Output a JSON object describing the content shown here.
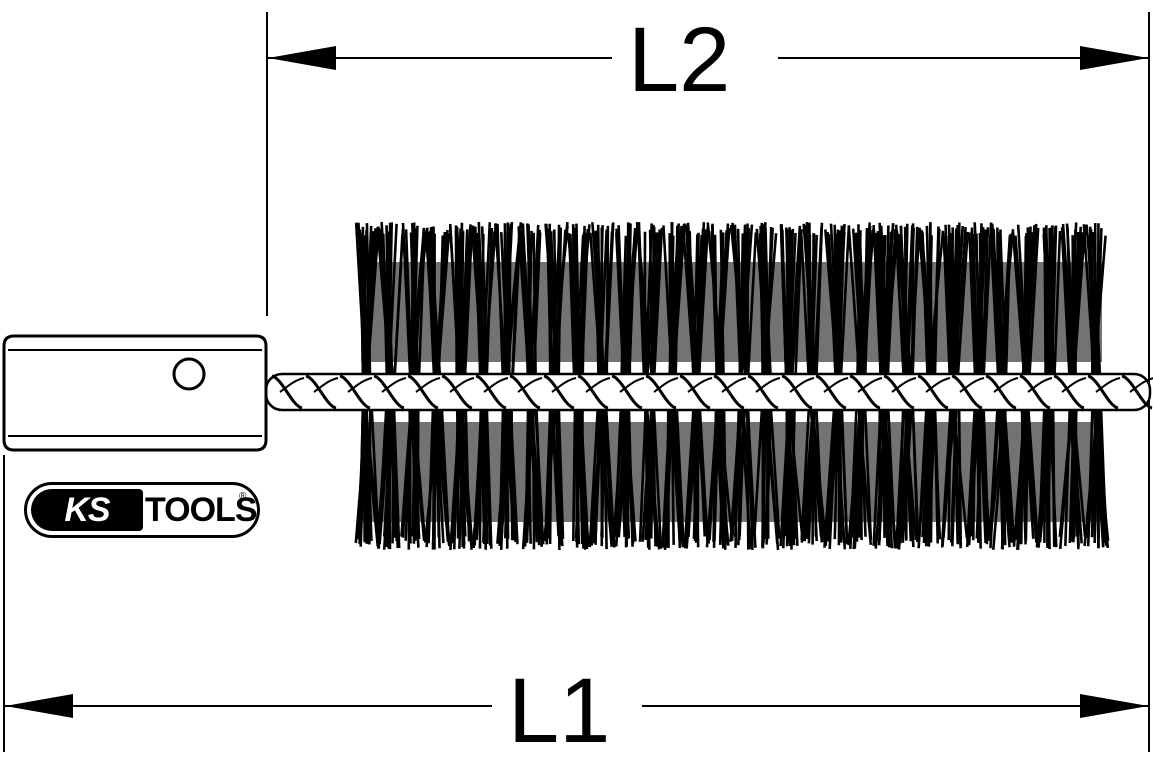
{
  "dimensions": {
    "l2_label": "L2",
    "l1_label": "L1"
  },
  "logo": {
    "left_text": "KS",
    "right_text": "TOOLS",
    "registered_mark": "®"
  },
  "colors": {
    "line": "#000000",
    "background": "#ffffff",
    "bristle": "#000000"
  }
}
